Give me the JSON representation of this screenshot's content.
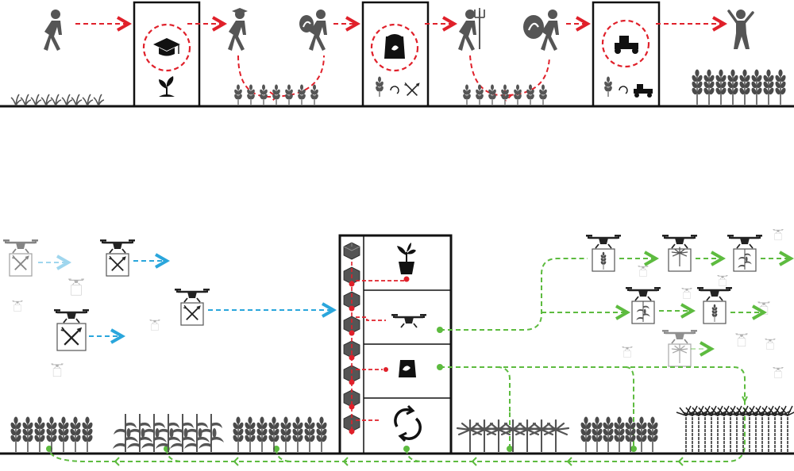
{
  "colors": {
    "ink": "#111111",
    "icon": "#555555",
    "plant": "#4a4a4a",
    "red_flow": "#e0202a",
    "blue_flow": "#2aa6dc",
    "green_flow": "#5dbb3f",
    "faded": "#bbbbbb"
  },
  "top_panel": {
    "figures": [
      "walker-icon",
      "graduate-icon",
      "seed-bag-carrier-icon",
      "pitchfork-farmer-icon",
      "big-seed-bag-carrier-icon",
      "celebrating-person-icon"
    ],
    "stations": [
      {
        "name": "education",
        "main_icon": "graduation-cap-icon",
        "sub_icon": "sprout-icon"
      },
      {
        "name": "inputs",
        "main_icon": "seed-bag-icon",
        "sub_icon": "cycle-tools-icon"
      },
      {
        "name": "mechanization",
        "main_icon": "tractor-icon",
        "sub_icon": "cycle-tractor-icon"
      }
    ]
  },
  "bottom_panel": {
    "hub_rows": [
      "potted-plant-icon",
      "drone-icon",
      "fertilizer-bag-icon",
      "recycle-icon"
    ],
    "blockchain_blocks": 8,
    "left_drones": [
      "tools-drone-icon"
    ],
    "right_drones": [
      "wheat-drone-icon",
      "cassava-drone-icon",
      "corn-drone-icon"
    ]
  }
}
